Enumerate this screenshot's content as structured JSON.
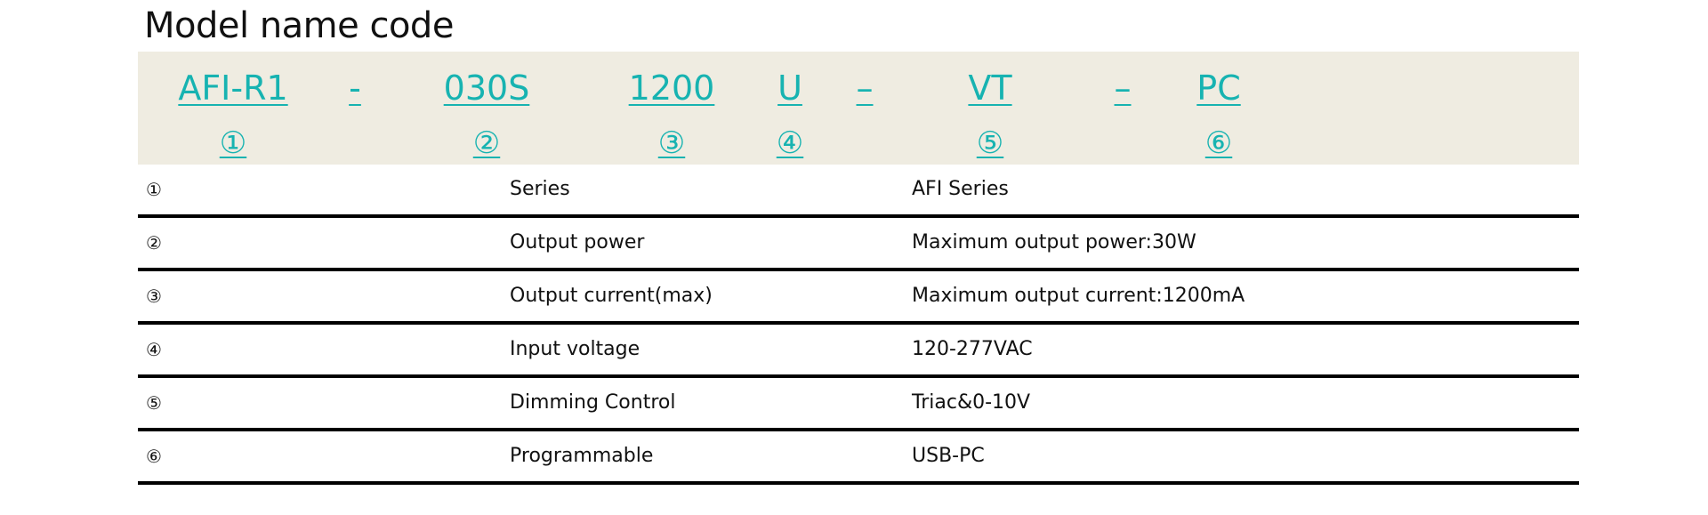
{
  "title": "Model name code",
  "code": {
    "parts": [
      "AFI-R1",
      "-",
      "030S",
      "1200",
      "U",
      "–",
      "VT",
      "–",
      "PC"
    ],
    "numbers": [
      "①",
      "②",
      "③",
      "④",
      "⑤",
      "⑥"
    ]
  },
  "table": {
    "rows": [
      {
        "num": "①",
        "param": "Series",
        "desc": "AFI Series"
      },
      {
        "num": "②",
        "param": "Output power",
        "desc": "Maximum output power:30W"
      },
      {
        "num": "③",
        "param": "Output current(max)",
        "desc": "Maximum output current:1200mA"
      },
      {
        "num": "④",
        "param": "Input voltage",
        "desc": "120-277VAC"
      },
      {
        "num": "⑤",
        "param": "Dimming Control",
        "desc": "Triac&0-10V"
      },
      {
        "num": "⑥",
        "param": "Programmable",
        "desc": "USB-PC"
      }
    ]
  },
  "colors": {
    "accent": "#17b3b1",
    "band": "#efece1"
  }
}
